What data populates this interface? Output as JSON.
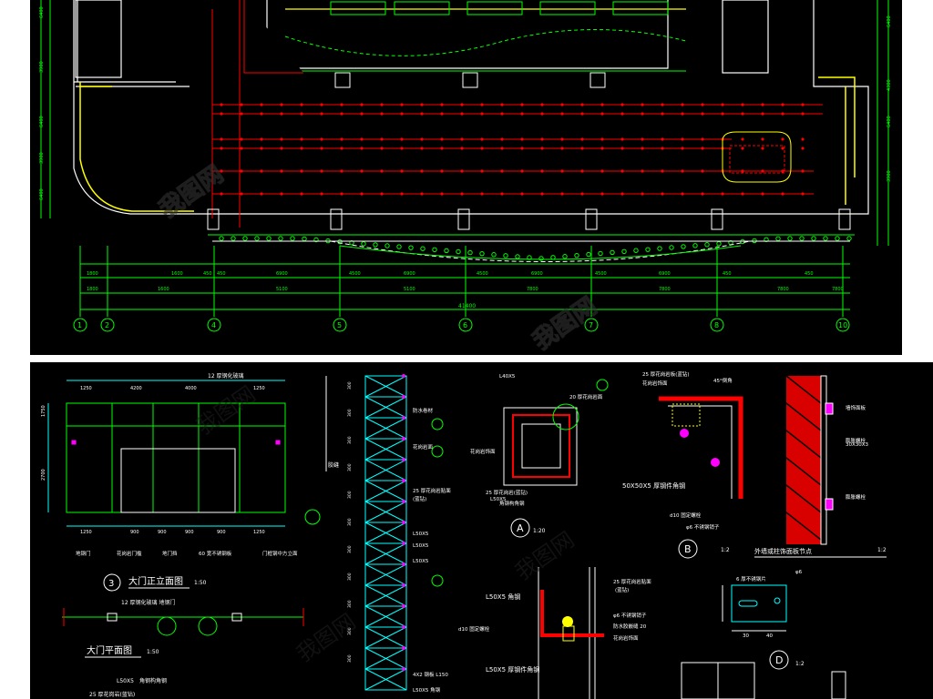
{
  "plan": {
    "grid_axes": [
      "1",
      "2",
      "4",
      "5",
      "6",
      "7",
      "8",
      "10"
    ],
    "bottom_dims_row1": [
      "1800",
      "1600",
      "450",
      "450",
      "6900",
      "4500",
      "6900",
      "4500",
      "6900",
      "4500",
      "6900",
      "450",
      "450"
    ],
    "bottom_dims_row2": [
      "1800",
      "1600",
      "5100",
      "5100",
      "7800",
      "7800",
      "7800",
      "7800"
    ],
    "total_dim": "41400",
    "left_dims": [
      "6400",
      "3900",
      "6400",
      "3900",
      "6400"
    ],
    "right_dims": [
      "6400",
      "4300",
      "6400",
      "3900"
    ]
  },
  "elevation": {
    "title": "大门正立面图",
    "title_num": "3",
    "title_scale": "1:50",
    "top_label": "12 厚钢化玻璃",
    "top_dims": [
      "1250",
      "4200",
      "4000",
      "1250"
    ],
    "bottom_dims": [
      "1250",
      "900",
      "900",
      "900",
      "900",
      "1250"
    ],
    "side_dims": [
      "1750",
      "2700"
    ],
    "notes": [
      "地钢门",
      "花岗岩门槛",
      "地门挡",
      "60 宽不锈钢板",
      "门框钢中方立面"
    ]
  },
  "plan_door": {
    "title": "大门平面图",
    "title_scale": "1:50",
    "top_label": "12 厚钢化玻璃 地钢门"
  },
  "section_column": {
    "labels": [
      "防水卷材",
      "花岗岩面",
      "25 厚花岗岩贴面",
      "(蓝钻)",
      "L50X5",
      "L50X5",
      "L50X5",
      "L50X5 角钢"
    ],
    "bottom_labels": [
      "4X2 钢板 L150"
    ]
  },
  "detail_a": {
    "circle": "A",
    "scale": "1:20",
    "labels": [
      "L40X5",
      "20 厚花岗岩面",
      "花岗岩饰面",
      "25 厚花岗岩(蓝钻)",
      "L50X5",
      "角钢构角钢"
    ]
  },
  "detail_b": {
    "circle": "B",
    "scale": "1:2",
    "labels": [
      "25 厚花岗岩板(蓝钻)",
      "花岗岩饰面",
      "45°倒角",
      "50X50X5 厚钢件角钢",
      "d10 固定螺栓",
      "φ6 不锈钢销子"
    ]
  },
  "detail_c": {
    "labels": [
      "L50X5 角钢",
      "25 厚花岗岩贴面",
      "(蓝钻)",
      "φ6 不锈钢销子",
      "防水胶嵌缝 20",
      "d10 固定螺栓",
      "花岗岩饰面",
      "L50X5 厚钢件角钢"
    ]
  },
  "detail_d": {
    "circle": "D",
    "scale": "1:2",
    "labels": [
      "6 厚不锈钢片",
      "φ6",
      "30",
      "40"
    ]
  },
  "wall_detail": {
    "title": "外墙或柱饰面板节点",
    "scale": "1:2",
    "labels": [
      "墙饰面板",
      "膨胀螺栓",
      "30X30X3",
      "膨胀螺栓"
    ]
  },
  "colors": {
    "background": "#000000",
    "green": "#00ff00",
    "red": "#ff0000",
    "yellow": "#ffff00",
    "cyan": "#00ffff",
    "white": "#ffffff",
    "magenta": "#ff00ff"
  }
}
